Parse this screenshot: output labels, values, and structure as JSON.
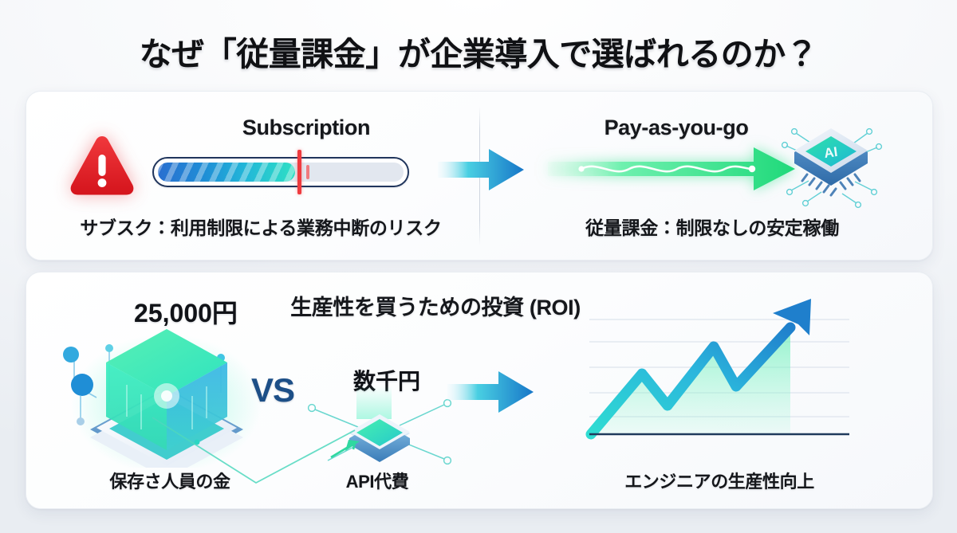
{
  "page": {
    "title": "なぜ「従量課金」が企業導入で選ばれるのか？",
    "background_color": "#eef1f5"
  },
  "colors": {
    "danger_red": "#e8242c",
    "limit_marker_red": "#ef3b3f",
    "accent_blue": "#1e7fd0",
    "accent_cyan": "#22b7d8",
    "accent_green": "#2fe08a",
    "vs_navy": "#1d4f87",
    "card_bg": "#ffffff",
    "text_dark": "#15171b"
  },
  "card_comparison": {
    "left": {
      "heading": "Subscription",
      "caption": "サブスク：利用制限による業務中断のリスク",
      "warning_icon": "warning-triangle-icon",
      "progress": {
        "fill_percent": 56,
        "limit_marker_percent": 56.5,
        "secondary_marker_percent": 60.5
      }
    },
    "center_arrow": "arrow-right-icon",
    "right": {
      "heading": "Pay-as-you-go",
      "caption": "従量課金：制限なしの安定稼働",
      "chip_label": "AI",
      "flow_arrow": "green-flow-arrow-icon"
    }
  },
  "card_roi": {
    "heading": "生産性を買うための投資 (ROI)",
    "cost_block": {
      "value": "25,000円",
      "caption": "保存さ人員の金"
    },
    "vs_label": "VS",
    "api_block": {
      "value": "数千円",
      "caption": "API代費"
    },
    "center_arrow": "arrow-right-icon",
    "chart": {
      "caption": "エンジニアの生産性向上",
      "trend": "upward"
    }
  },
  "chart_data": {
    "type": "line",
    "title": "生産性を買うための投資 (ROI)",
    "xlabel": "",
    "ylabel": "",
    "x": [
      0,
      1,
      2,
      3,
      4,
      5,
      6
    ],
    "values": [
      0,
      42,
      24,
      68,
      44,
      92,
      100
    ],
    "series": [
      {
        "name": "エンジニアの生産性向上",
        "values": [
          0,
          42,
          24,
          68,
          44,
          92,
          100
        ]
      }
    ],
    "ylim": [
      0,
      100
    ],
    "grid": true,
    "gridlines": 5,
    "legend": "none",
    "annotations": [
      "エンジニアの生産性向上"
    ]
  }
}
